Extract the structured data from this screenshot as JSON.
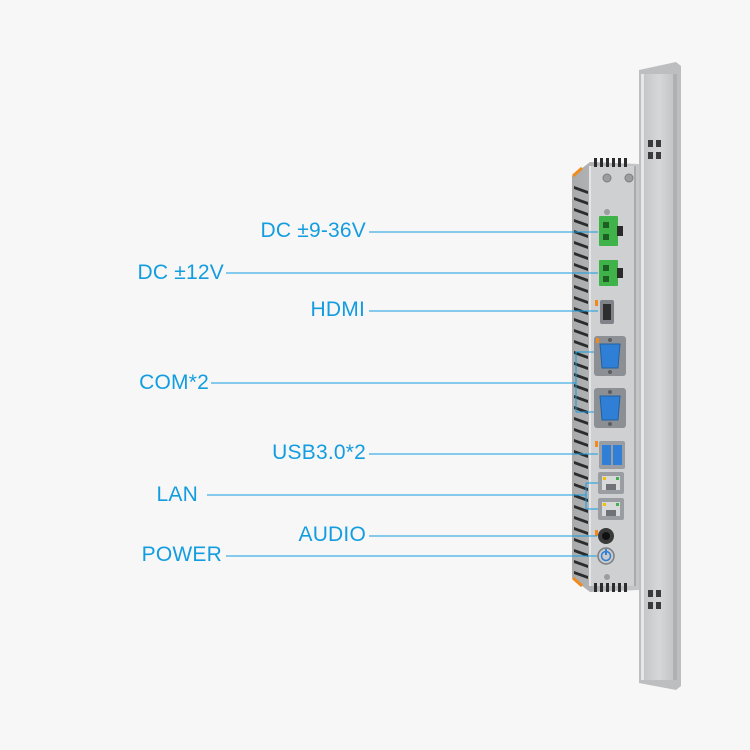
{
  "colors": {
    "label": "#139de0",
    "leader": "#139de0",
    "background": "#f7f7f7",
    "panel_frame": "#c9cacb",
    "panel_face": "#d3d4d5",
    "chassis": "#b9babb",
    "io_plate": "#cfd0d1",
    "connector_green": "#3fb24a",
    "port_metal": "#8c9094",
    "port_blue": "#2f7fd6",
    "accent_orange": "#f08a1c",
    "dark_vent": "#2c2c2c"
  },
  "labels": {
    "dc_9_36v": "DC ±9-36V",
    "dc_12v": "DC ±12V",
    "hdmi": "HDMI",
    "com": "COM*2",
    "usb": "USB3.0*2",
    "lan": "LAN",
    "audio": "AUDIO",
    "power": "POWER"
  },
  "icons": {
    "dc_connector": "terminal-block-icon",
    "hdmi_port": "hdmi-port-icon",
    "com_port": "db9-serial-port-icon",
    "usb_port": "usb-port-icon",
    "lan_port": "rj45-port-icon",
    "audio_jack": "audio-jack-icon",
    "power_button": "power-button-icon"
  }
}
